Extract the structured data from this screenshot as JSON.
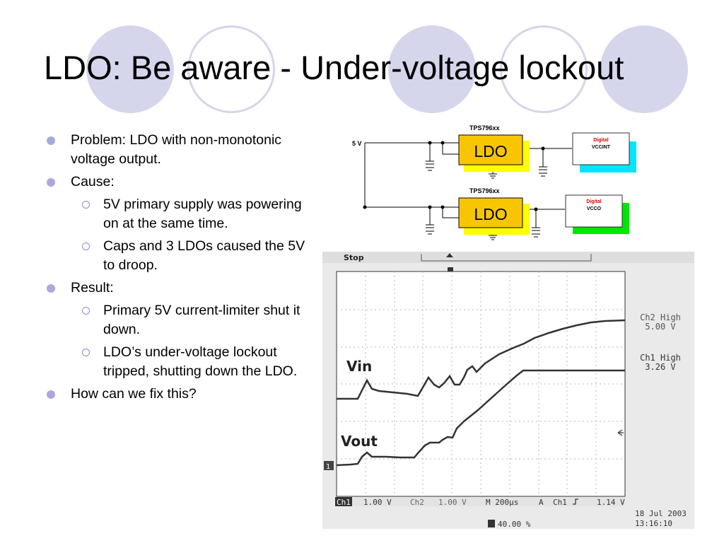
{
  "title": "LDO: Be aware - Under-voltage lockout",
  "bullets": {
    "problem": "Problem: LDO with non-monotonic voltage output.",
    "cause": "Cause:",
    "cause_1": "5V primary supply was powering on at the same time.",
    "cause_2": "Caps and 3 LDOs caused the 5V to droop.",
    "result": "Result:",
    "result_1": "Primary 5V current-limiter shut it down.",
    "result_2": "LDO’s under-voltage lockout tripped, shutting down the LDO.",
    "question": "How can we fix this?"
  },
  "schematic": {
    "input_label": "5 V",
    "part_top": "TPS796xx",
    "part_bottom": "TPS796xx",
    "ldo_label": "LDO",
    "load_top_tag": "Digital",
    "load_top_name": "VCCINT",
    "load_bottom_tag": "Digital",
    "load_bottom_name": "VCCO",
    "colors": {
      "ldo": "#f7c600",
      "shadow": "#ffff00",
      "vccint": "#00e5ff",
      "vcco": "#00e600",
      "digital_text": "#e00000"
    }
  },
  "scope": {
    "mode": "Stop",
    "trace_vin": "Vin",
    "trace_vout": "Vout",
    "ch2_label": "Ch2 High",
    "ch2_value": "5.00 V",
    "ch1_label": "Ch1 High",
    "ch1_value": "3.26 V",
    "ch1_marker": "1",
    "bottom": {
      "ch1": "Ch1",
      "ch1_scale": "1.00 V",
      "ch2": "Ch2",
      "ch2_scale": "1.00 V",
      "timebase": "M 200µs",
      "trig_mode": "A",
      "trig_src": "Ch1",
      "trig_level": "1.14 V",
      "trig_pos": "40.00 %",
      "date": "18 Jul 2003",
      "time": "13:16:10"
    }
  }
}
